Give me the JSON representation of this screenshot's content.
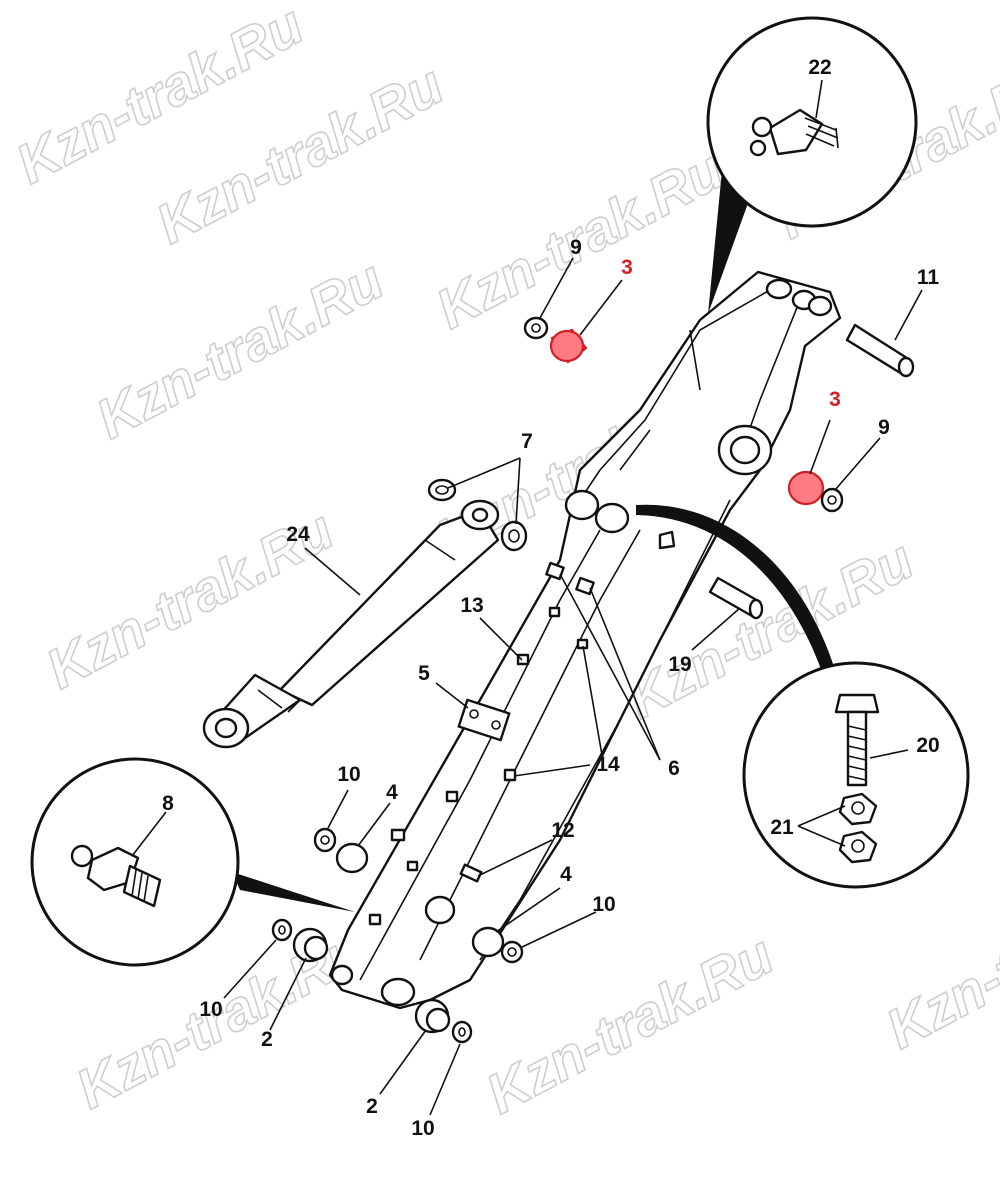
{
  "watermark": "Kzn-trak.Ru",
  "highlight_color": "#d21f26",
  "highlighted_part": "3",
  "callouts": [
    {
      "id": "c22",
      "label": "22",
      "highlighted": false
    },
    {
      "id": "c9a",
      "label": "9",
      "highlighted": false
    },
    {
      "id": "c3a",
      "label": "3",
      "highlighted": true
    },
    {
      "id": "c11",
      "label": "11",
      "highlighted": false
    },
    {
      "id": "c3b",
      "label": "3",
      "highlighted": true
    },
    {
      "id": "c9b",
      "label": "9",
      "highlighted": false
    },
    {
      "id": "c7",
      "label": "7",
      "highlighted": false
    },
    {
      "id": "c24",
      "label": "24",
      "highlighted": false
    },
    {
      "id": "c13",
      "label": "13",
      "highlighted": false
    },
    {
      "id": "c5",
      "label": "5",
      "highlighted": false
    },
    {
      "id": "c19",
      "label": "19",
      "highlighted": false
    },
    {
      "id": "c20",
      "label": "20",
      "highlighted": false
    },
    {
      "id": "c21",
      "label": "21",
      "highlighted": false
    },
    {
      "id": "c14",
      "label": "14",
      "highlighted": false
    },
    {
      "id": "c6",
      "label": "6",
      "highlighted": false
    },
    {
      "id": "c10a",
      "label": "10",
      "highlighted": false
    },
    {
      "id": "c4a",
      "label": "4",
      "highlighted": false
    },
    {
      "id": "c8",
      "label": "8",
      "highlighted": false
    },
    {
      "id": "c12",
      "label": "12",
      "highlighted": false
    },
    {
      "id": "c4b",
      "label": "4",
      "highlighted": false
    },
    {
      "id": "c10b",
      "label": "10",
      "highlighted": false
    },
    {
      "id": "c10c",
      "label": "10",
      "highlighted": false
    },
    {
      "id": "c2a",
      "label": "2",
      "highlighted": false
    },
    {
      "id": "c2b",
      "label": "2",
      "highlighted": false
    },
    {
      "id": "c10d",
      "label": "10",
      "highlighted": false
    }
  ]
}
